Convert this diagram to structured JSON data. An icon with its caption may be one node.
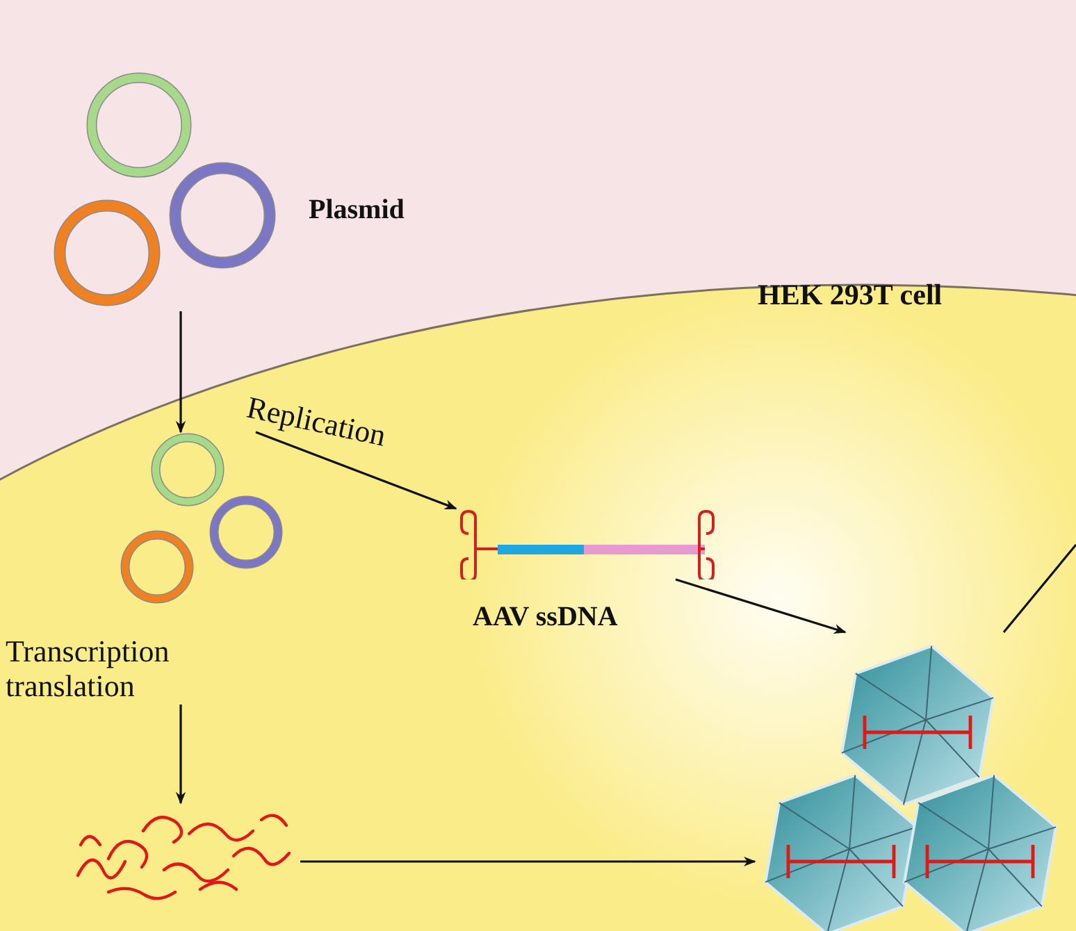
{
  "diagram": {
    "nodes": [
      {
        "text": [],
        "shape": "picture",
        "beside": [
          "Plasmid"
        ]
      },
      {
        "text": [
          "HEK 293T cell"
        ]
      },
      {
        "text": [],
        "shape": "picture",
        "in": 1
      },
      {
        "text": [],
        "shape": "picture",
        "in": 1,
        "beside": [
          "AAV ssDNA"
        ]
      },
      {
        "text": [],
        "shape": "picture",
        "in": 1
      },
      {
        "text": [],
        "shape": "picture",
        "in": 1
      }
    ],
    "edges": [
      {
        "from": 0,
        "to": 2,
        "arrow": "to"
      },
      {
        "from": 2,
        "to": 3,
        "arrow": "to",
        "label": "Replication"
      },
      {
        "from": 2,
        "to": 4,
        "arrow": "to",
        "label": "Transcription translation"
      },
      {
        "from": 3,
        "to": 5,
        "arrow": "to"
      },
      {
        "from": 4,
        "to": 5,
        "arrow": "to"
      },
      {
        "from": null,
        "to": 5,
        "arrow": "none"
      }
    ]
  }
}
